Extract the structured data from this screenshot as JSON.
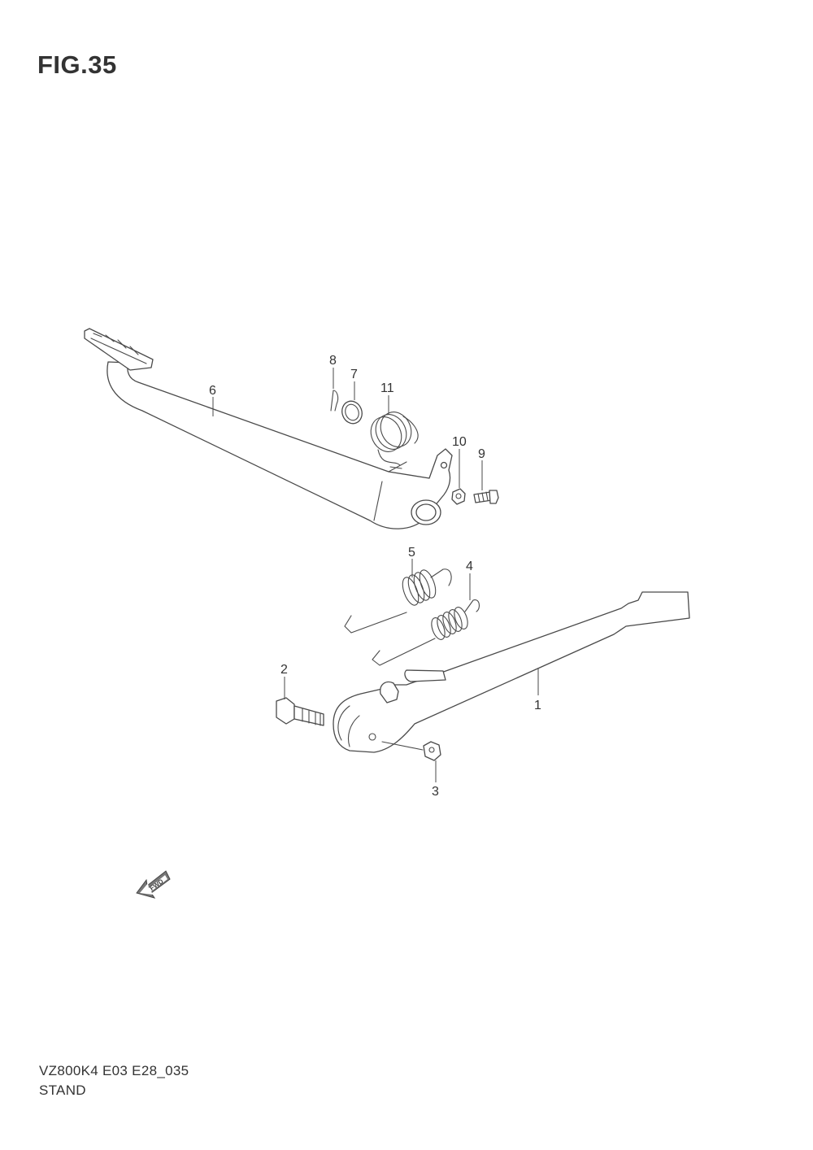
{
  "figure": {
    "title": "FIG.35"
  },
  "footer": {
    "code": "VZ800K4 E03 E28_035",
    "name": "STAND"
  },
  "fwd_icon": {
    "label": "FWD",
    "icon": "fwd-arrow-icon"
  },
  "callouts": [
    "1",
    "2",
    "3",
    "4",
    "5",
    "6",
    "7",
    "8",
    "9",
    "10",
    "11"
  ]
}
